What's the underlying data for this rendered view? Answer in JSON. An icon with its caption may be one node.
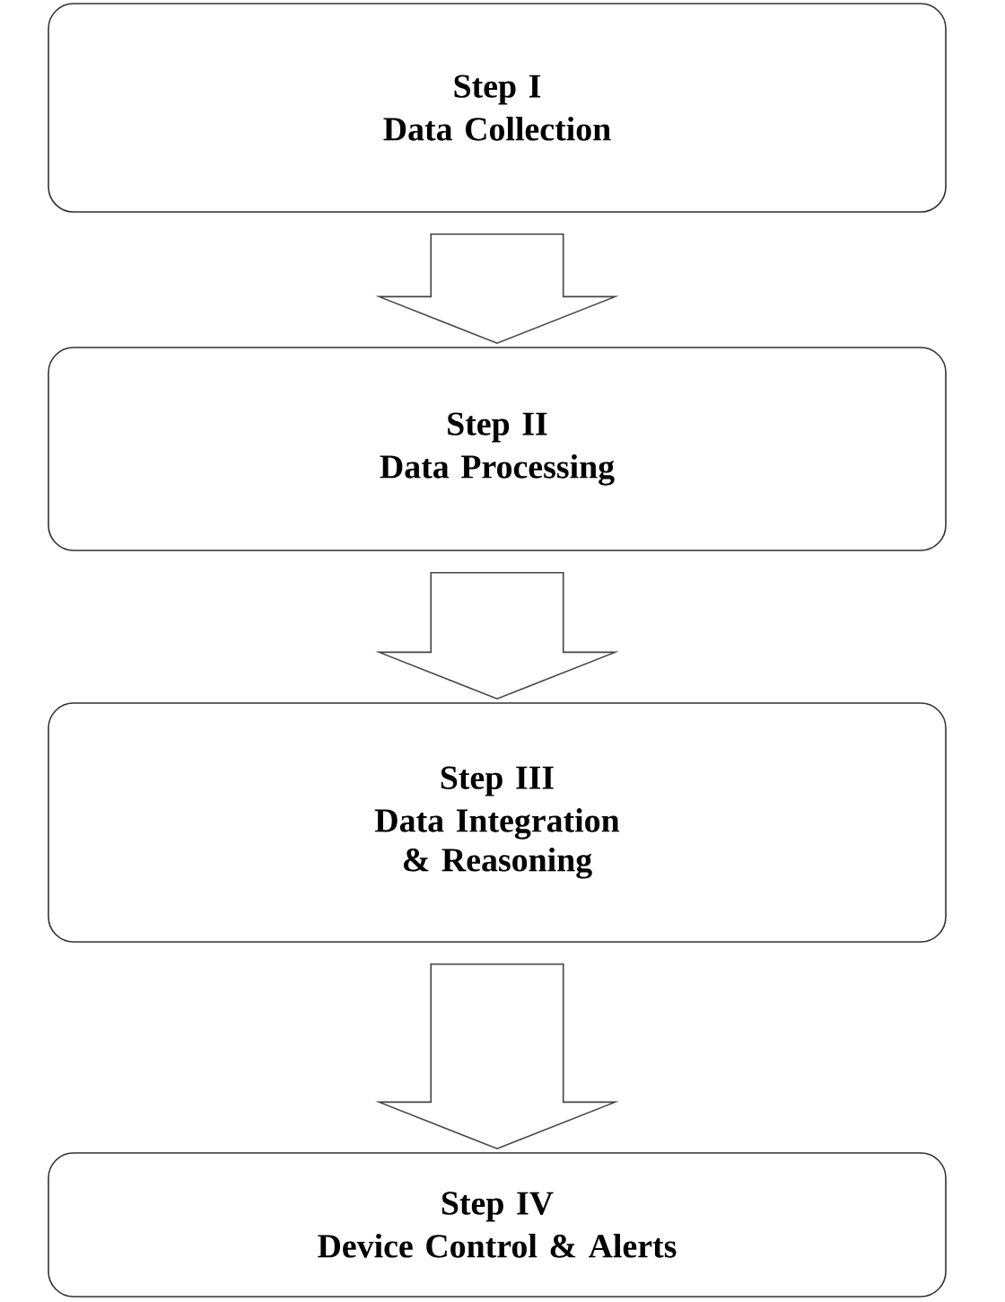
{
  "diagram": {
    "nodes": [
      {
        "text": [
          "Step I",
          "Data Collection"
        ]
      },
      {
        "text": [
          "Step II",
          "Data Processing"
        ]
      },
      {
        "text": [
          "Step III",
          "Data Integration & Reasoning"
        ]
      },
      {
        "text": [
          "Step IV",
          "Device Control & Alerts"
        ]
      }
    ],
    "edges": [
      {
        "from": 0,
        "to": 1,
        "arrow": "to"
      },
      {
        "from": 1,
        "to": 2,
        "arrow": "to"
      },
      {
        "from": 2,
        "to": 3,
        "arrow": "to"
      }
    ]
  }
}
